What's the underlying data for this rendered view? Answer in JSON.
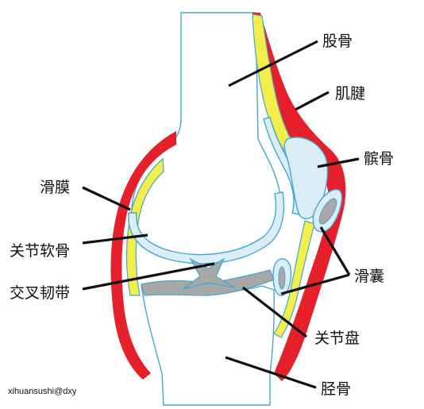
{
  "labels": {
    "femur": "股骨",
    "tendon": "肌腱",
    "patella": "髌骨",
    "synovium": "滑膜",
    "articular_cartilage": "关节软骨",
    "cruciate_ligament": "交叉韧带",
    "bursa": "滑囊",
    "meniscus": "关节盘",
    "tibia": "胫骨"
  },
  "watermark": "xihuansushi@dxy",
  "colors": {
    "tendon": "#e5202a",
    "synovium": "#f4ee4a",
    "cartilage": "#dbeef8",
    "ligament": "#a8a8a8",
    "outline": "#43a8cc"
  }
}
